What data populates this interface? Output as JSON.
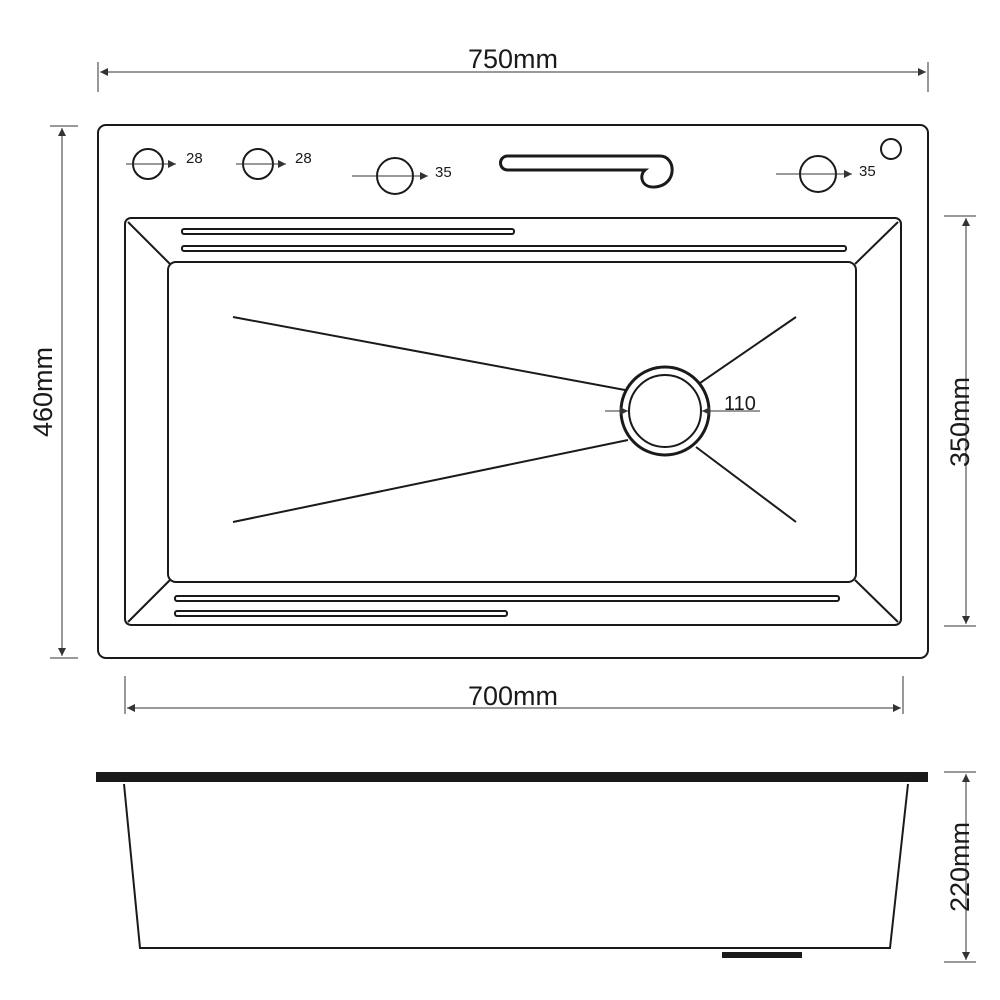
{
  "dimensions": {
    "overall_width": "750mm",
    "overall_depth": "460mm",
    "bowl_width": "700mm",
    "bowl_depth": "350mm",
    "bowl_height": "220mm"
  },
  "holes": {
    "hole_1": "28",
    "hole_2": "28",
    "hole_3": "35",
    "hole_4": "35"
  },
  "drain": {
    "diameter": "110"
  },
  "colors": {
    "stroke": "#1a1a1a",
    "background": "#ffffff"
  }
}
